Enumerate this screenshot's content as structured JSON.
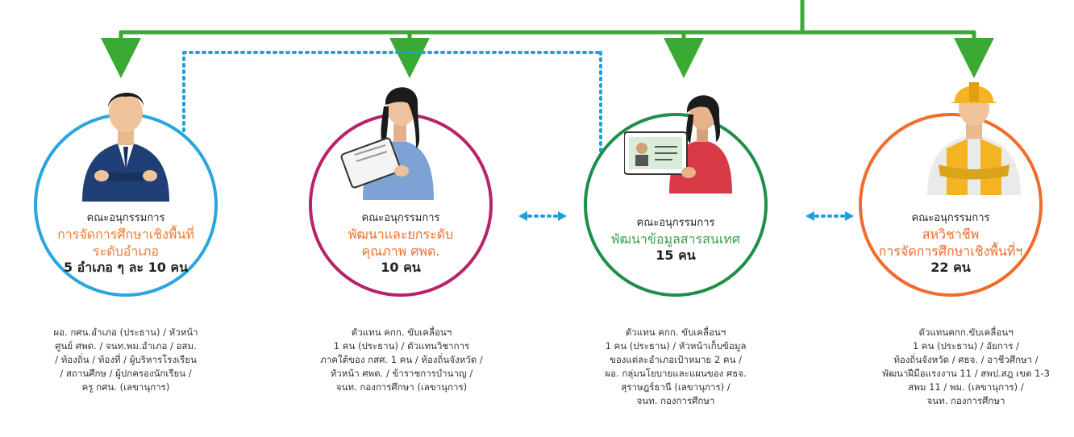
{
  "committees": [
    {
      "head": "คณะอนุกรรมการ",
      "name_line1": "การจัดการศึกษาเชิงพื้นที่",
      "name_line2": "ระดับอำเภอ",
      "count": "5 อำเภอ ๆ ละ 10 คน",
      "members": [
        "ผอ. กศน.อำเภอ (ประธาน) / หัวหน้า",
        "ศูนย์ ศพด. / จนท.พม.อำเภอ /  อสม.",
        "/ ท้องถิ่น / ท้องที่ / ผู้บริหารโรงเรียน",
        "/ สถานศึกษ / ผู้ปกครองนักเรียน /",
        "ครู กศน. (เลขานุการ)"
      ],
      "color": "#2aa6df"
    },
    {
      "head": "คณะอนุกรรมการ",
      "name_line1": "พัฒนาและยกระดับ",
      "name_line2": "คุณภาพ ศพด.",
      "count": "10 คน",
      "members": [
        "ตัวแทน คกก. ขับเคลื่อนฯ",
        "1 คน (ประธาน) / ตัวแทนวิชาการ",
        "ภาคใต้ของ กสศ. 1 คน / ท้องถิ่นจังหวัด /",
        "หัวหน้า ศพด. / ข้าราชการบำนาญ /",
        "จนท. กองการศึกษา (เลขานุการ)"
      ],
      "color": "#b8236a"
    },
    {
      "head": "คณะอนุกรรมการ",
      "name_line1": "พัฒนาข้อมูลสารสนเทศ",
      "name_line2": "",
      "count": "15 คน",
      "members": [
        "ตัวแทน คกก. ขับเคลื่อนฯ",
        "1 คน (ประธาน) / หัวหน้าเก็บข้อมูล",
        "ของแต่ละอำเภอเป้าหมาย 2 คน /",
        "ผอ. กลุ่มนโยบายและแผนของ ศธจ.",
        "สุราษฎร์ธานี (เลขานุการ) /",
        "จนท. กองการศึกษา"
      ],
      "color": "#1f8f4a"
    },
    {
      "head": "คณะอนุกรรมการ",
      "name_line1": "สหวิชาชีพ",
      "name_line2": "การจัดการศึกษาเชิงพื้นที่ฯ",
      "count": "22 คน",
      "members": [
        "ตัวแทนคกก.ขับเคลื่อนฯ",
        "1 คน (ประธาน) / อัยการ /",
        "ท้องถิ่นจังหวัด / ศธจ. / อาชีวศึกษา /",
        "พัฒนาฝีมือแรงงาน 11 / สพป.สฎ เขต 1-3",
        "สพม 11 / พม. (เลขานุการ) /",
        "จนท. กองการศึกษา"
      ],
      "color": "#f26b2a"
    }
  ],
  "colors": {
    "tree_line": "#3aaa35",
    "dotted_link": "#1fa0db"
  }
}
